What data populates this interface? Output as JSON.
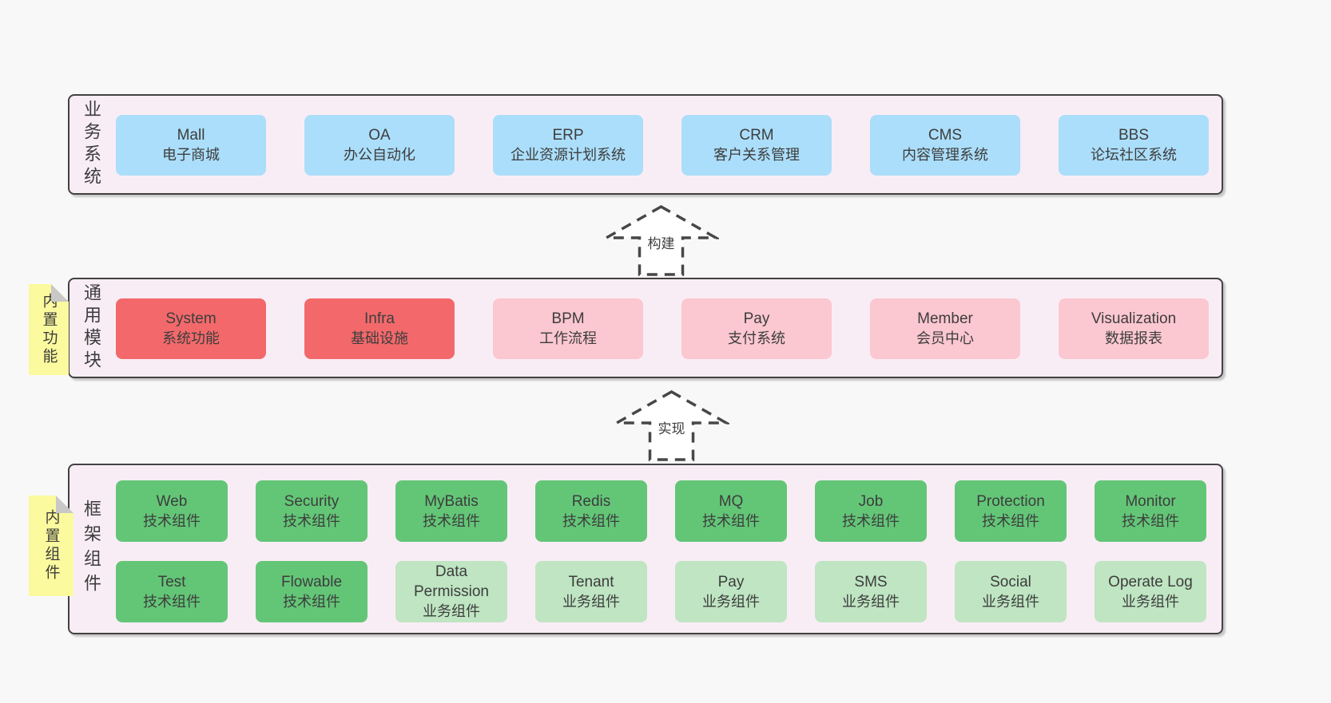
{
  "palette": {
    "page_bg": "#f8f8f8",
    "layer_bg": "#f9edf5",
    "layer_border": "#424242",
    "box_text": "#3d3d3d",
    "blue": "#abdefa",
    "red": "#f3696b",
    "pink": "#fbc7d0",
    "green": "#63c677",
    "green_light": "#bfe5c2",
    "note_yellow": "#fbfa9e",
    "note_fold": "#c8c8c8",
    "arrow_stroke": "#474747"
  },
  "layers": [
    {
      "label": "业务系统",
      "boxes": [
        {
          "title": "Mall",
          "subtitle": "电子商城",
          "color": "blue"
        },
        {
          "title": "OA",
          "subtitle": "办公自动化",
          "color": "blue"
        },
        {
          "title": "ERP",
          "subtitle": "企业资源计划系统",
          "color": "blue"
        },
        {
          "title": "CRM",
          "subtitle": "客户关系管理",
          "color": "blue"
        },
        {
          "title": "CMS",
          "subtitle": "内容管理系统",
          "color": "blue"
        },
        {
          "title": "BBS",
          "subtitle": "论坛社区系统",
          "color": "blue"
        }
      ]
    },
    {
      "label": "通用模块",
      "note": "内置功能",
      "boxes": [
        {
          "title": "System",
          "subtitle": "系统功能",
          "color": "red"
        },
        {
          "title": "Infra",
          "subtitle": "基础设施",
          "color": "red"
        },
        {
          "title": "BPM",
          "subtitle": "工作流程",
          "color": "pink"
        },
        {
          "title": "Pay",
          "subtitle": "支付系统",
          "color": "pink"
        },
        {
          "title": "Member",
          "subtitle": "会员中心",
          "color": "pink"
        },
        {
          "title": "Visualization",
          "subtitle": "数据报表",
          "color": "pink"
        }
      ]
    },
    {
      "label": "框架组件",
      "note": "内置组件",
      "boxes": [
        {
          "title": "Web",
          "subtitle": "技术组件",
          "color": "green"
        },
        {
          "title": "Security",
          "subtitle": "技术组件",
          "color": "green"
        },
        {
          "title": "MyBatis",
          "subtitle": "技术组件",
          "color": "green"
        },
        {
          "title": "Redis",
          "subtitle": "技术组件",
          "color": "green"
        },
        {
          "title": "MQ",
          "subtitle": "技术组件",
          "color": "green"
        },
        {
          "title": "Job",
          "subtitle": "技术组件",
          "color": "green"
        },
        {
          "title": "Protection",
          "subtitle": "技术组件",
          "color": "green"
        },
        {
          "title": "Monitor",
          "subtitle": "技术组件",
          "color": "green"
        },
        {
          "title": "Test",
          "subtitle": "技术组件",
          "color": "green"
        },
        {
          "title": "Flowable",
          "subtitle": "技术组件",
          "color": "green"
        },
        {
          "title": "Data Permission",
          "subtitle": "业务组件",
          "color": "green_light"
        },
        {
          "title": "Tenant",
          "subtitle": "业务组件",
          "color": "green_light"
        },
        {
          "title": "Pay",
          "subtitle": "业务组件",
          "color": "green_light"
        },
        {
          "title": "SMS",
          "subtitle": "业务组件",
          "color": "green_light"
        },
        {
          "title": "Social",
          "subtitle": "业务组件",
          "color": "green_light"
        },
        {
          "title": "Operate Log",
          "subtitle": "业务组件",
          "color": "green_light"
        }
      ]
    }
  ],
  "arrows": [
    {
      "label": "构建",
      "icon": "dashed-up-arrow-icon"
    },
    {
      "label": "实现",
      "icon": "dashed-up-arrow-icon"
    }
  ]
}
